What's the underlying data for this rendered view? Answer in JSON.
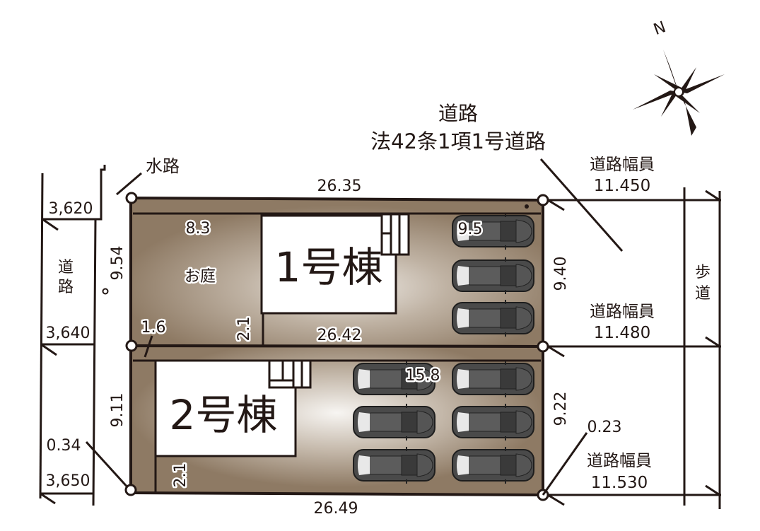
{
  "compass": {
    "north_label": "N"
  },
  "top_road": {
    "title": "道路",
    "subtitle": "法42条1項1号道路"
  },
  "waterway_label": "水路",
  "left_road": {
    "label_line1": "道",
    "label_line2": "路",
    "widths": [
      "3,620",
      "3,640",
      "3,650"
    ],
    "offset": "0.34"
  },
  "right_road": {
    "width_label": "道路幅員",
    "widths": [
      "11.450",
      "11.480",
      "11.530"
    ],
    "offset": "0.23",
    "sidewalk_line1": "歩",
    "sidewalk_line2": "道"
  },
  "lot1": {
    "building": "1号棟",
    "garden": "お庭",
    "top_length": "26.35",
    "bottom_length": "26.42",
    "left_depth": "9.54",
    "right_depth": "9.40",
    "garden_width": "8.3",
    "setback": "2.1",
    "parking_width": "9.5",
    "car_count": 3
  },
  "lot2": {
    "building": "2号棟",
    "bottom_length": "26.49",
    "left_depth": "9.11",
    "right_depth": "9.22",
    "side_setback": "1.6",
    "setback": "2.1",
    "parking_width": "15.8",
    "car_count": 6
  },
  "colors": {
    "lot_dark": "#8e7a64",
    "lot_light": "#ddd5cc",
    "line": "#231815"
  }
}
